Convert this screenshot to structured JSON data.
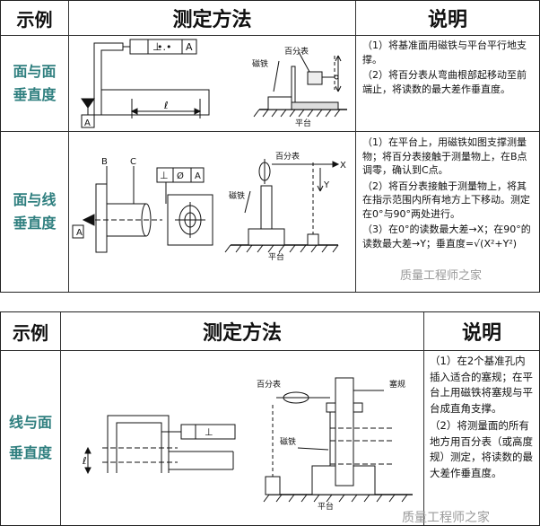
{
  "table1": {
    "headers": [
      "示例",
      "测定方法",
      "说明"
    ],
    "rows": [
      {
        "label_line1": "面与面",
        "label_line2": "垂直度",
        "fcf": {
          "symbol": "⊥",
          "value": "•.•",
          "datum": "A"
        },
        "datum_letter": "A",
        "dim_label": "ℓ",
        "figure_labels": {
          "indicator": "百分表",
          "magnet": "磁铁",
          "platform": "平台"
        },
        "desc": [
          "（1）将基准面用磁铁与平台平行地支撑。",
          "（2）将百分表从弯曲根部起移动至前端止，将读数的最大差作垂直度。"
        ]
      },
      {
        "label_line1": "面与线",
        "label_line2": "垂直度",
        "fcf": {
          "symbol": "⊥",
          "value": "Ø",
          "datum": "A"
        },
        "datum_letter": "A",
        "point_b": "B",
        "point_c": "C",
        "axis_x": "X",
        "axis_y": "Y",
        "figure_labels": {
          "indicator": "百分表",
          "magnet": "磁铁",
          "platform": "平台"
        },
        "desc": [
          "（1）在平台上，用磁铁如图支撑测量物；将百分表接触于测量物上，在B点调零，确认到C点。",
          "（2）将百分表接触于测量物上，将其在指示范围内所有地方上下移动。测定在0°与90°两处进行。",
          "（3）在0°的读数最大差→X；在90°的读数最大差→Y；垂直度=√(X²+Y²)"
        ]
      }
    ]
  },
  "table2": {
    "headers": [
      "示例",
      "测定方法",
      "说明"
    ],
    "row": {
      "label_line1": "线与面",
      "label_line2": "垂直度",
      "fcf": {
        "symbol": "⊥"
      },
      "dim_label": "ℓ",
      "figure_labels": {
        "indicator": "百分表",
        "gauge": "塞规",
        "magnet": "磁铁",
        "platform": "平台"
      },
      "desc": [
        "（1）在2个基准孔内插入适合的塞规；在平台上用磁铁将塞规与平台成直角支撑。",
        "（2）将测量面的所有地方用百分表（或高度规）测定，将读数的最大差作垂直度。"
      ]
    }
  },
  "watermark": "质量工程师之家"
}
